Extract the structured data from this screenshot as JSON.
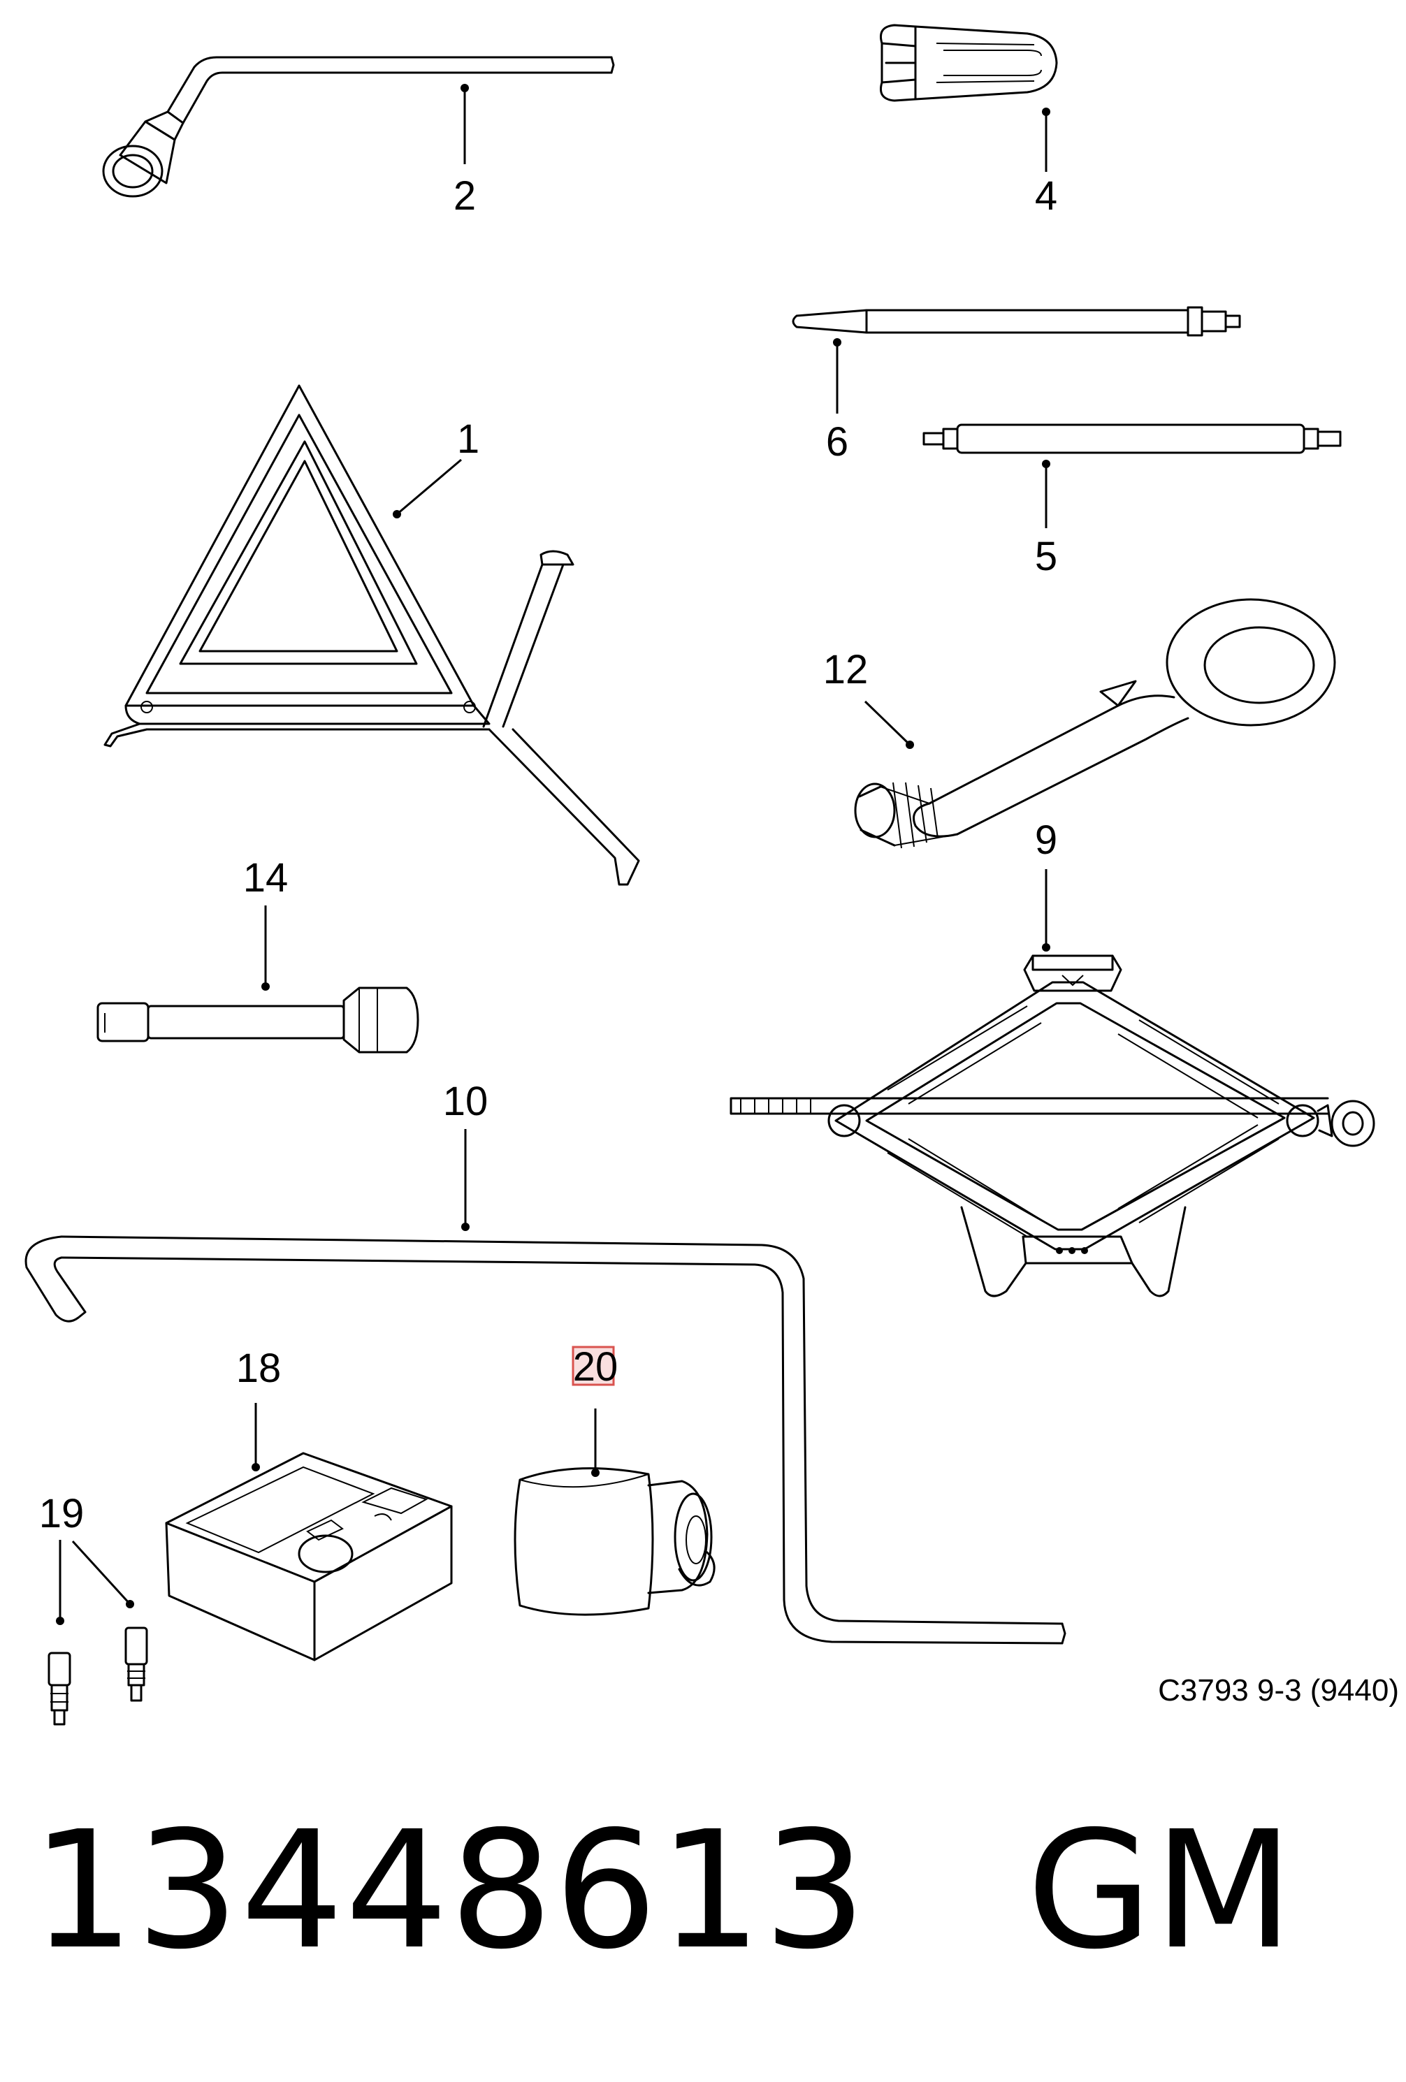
{
  "callouts": {
    "c1": "1",
    "c2": "2",
    "c4": "4",
    "c5": "5",
    "c6": "6",
    "c9": "9",
    "c10": "10",
    "c12": "12",
    "c14": "14",
    "c18": "18",
    "c19": "19",
    "c20": "20"
  },
  "reference_code": "C3793 9-3 (9440)",
  "footer": {
    "part_number": "13448613",
    "brand": "GM"
  },
  "colors": {
    "line": "#000000",
    "highlight_fill": "#f4c4c4",
    "highlight_stroke": "#d9534f"
  }
}
